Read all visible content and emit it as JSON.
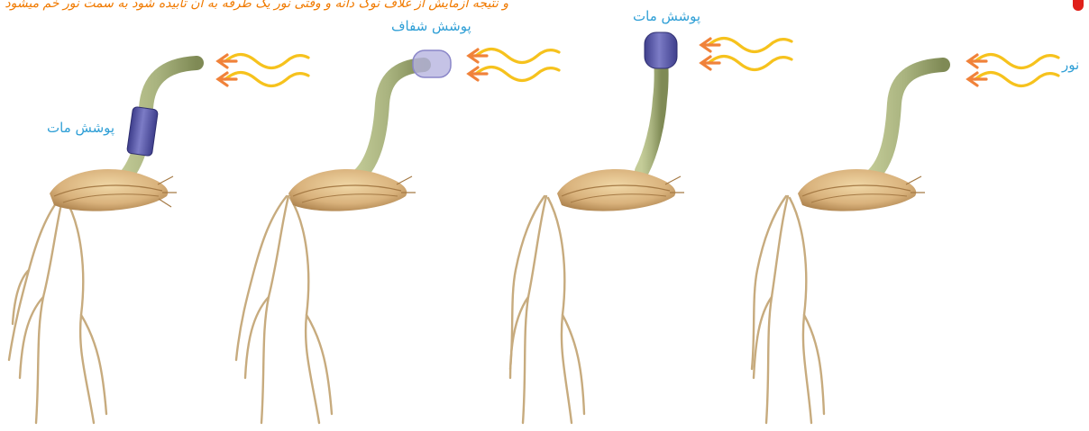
{
  "handwritten_note": "و نتیجه آزمایش از غلاف نوک دانه و وقتی نور یک طرفه به آن تابیده شود به سمت نور خم میشود",
  "panels": [
    {
      "id": "tip-sleeve",
      "label": "پوشش مات",
      "cover": "mat-sleeve"
    },
    {
      "id": "tip-clear",
      "label": "پوشش شفاف",
      "cover": "clear-cap"
    },
    {
      "id": "tip-mat",
      "label": "پوشش مات",
      "cover": "mat-cap"
    },
    {
      "id": "control",
      "label": "نور",
      "cover": "none"
    }
  ],
  "colors": {
    "stem": "#a9b37f",
    "stem_dark": "#7f8a55",
    "seed": "#d9b27c",
    "seed_dark": "#a57a45",
    "root": "#c7ab7e",
    "mat_cover": "#5a5aa8",
    "clear_cover": "#b7b4e0",
    "label": "#2f9fd6",
    "light_orange": "#f0823a",
    "light_yellow": "#f6c21d",
    "note": "#f07a00",
    "mark": "#e0201a"
  }
}
